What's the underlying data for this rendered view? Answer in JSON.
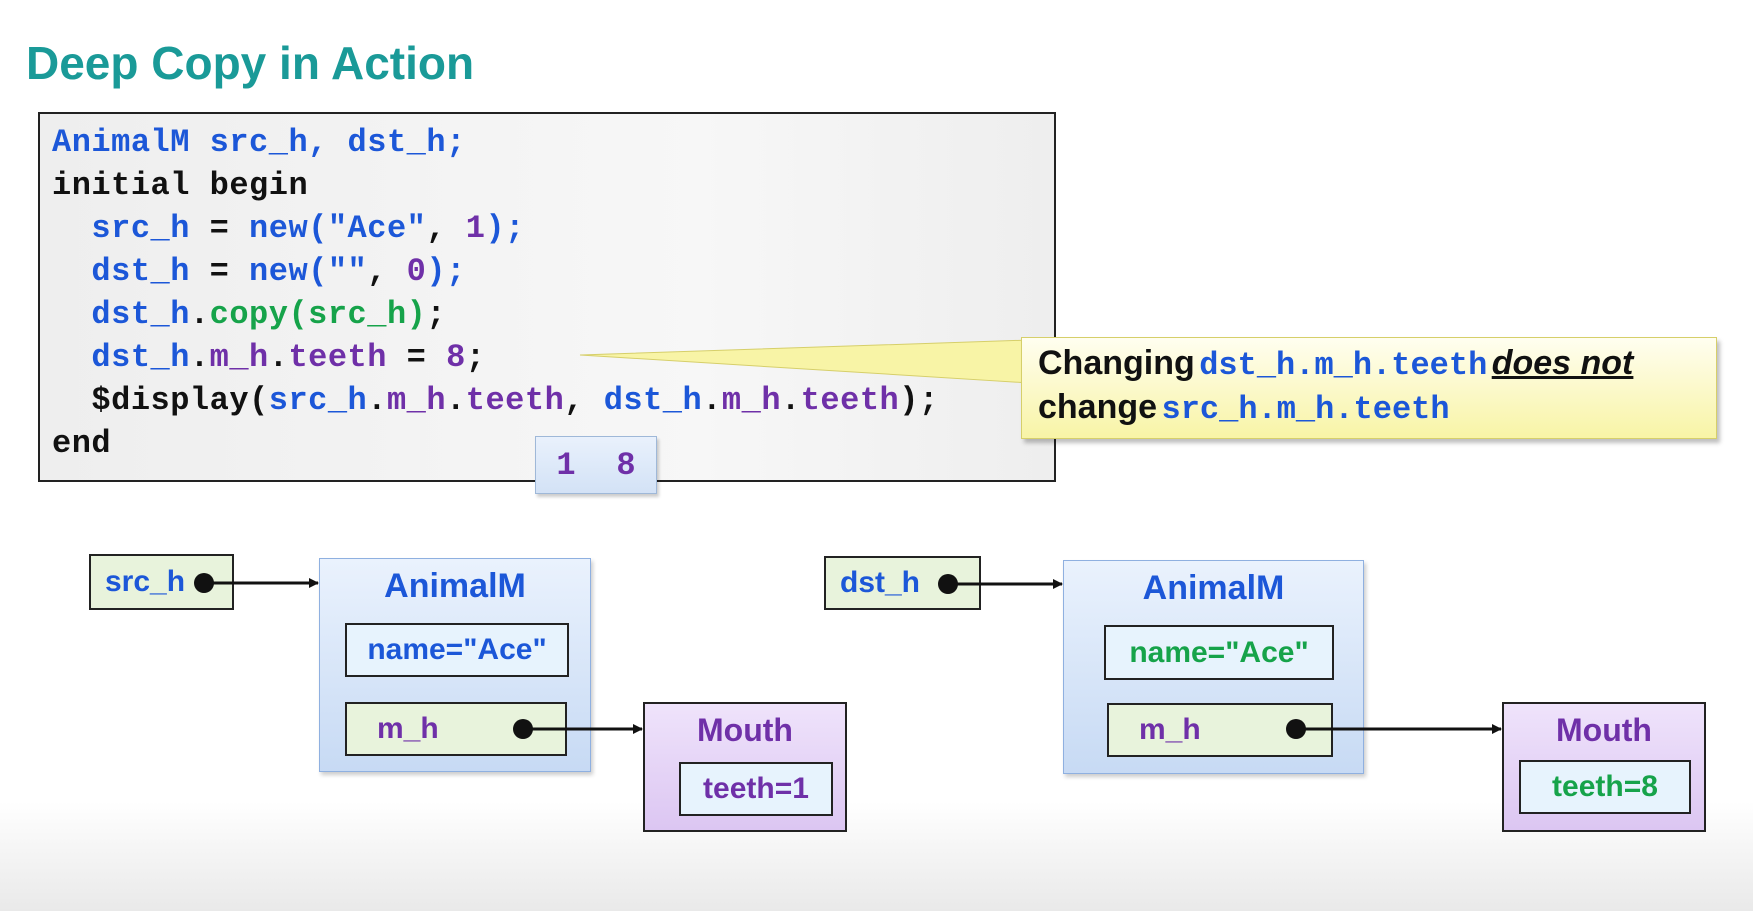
{
  "title": "Deep Copy in Action",
  "code": {
    "line1": {
      "class": "AnimalM",
      "vars": "src_h, dst_h;"
    },
    "line2": "initial begin",
    "line3": {
      "lhs": "src_h",
      "op": " = ",
      "fn": "new(",
      "str": "\"Ace\"",
      "sep": ", ",
      "num": "1",
      "end": ");"
    },
    "line4": {
      "lhs": "dst_h",
      "op": " = ",
      "fn": "new(",
      "str": "\"\"",
      "sep": ", ",
      "num": "0",
      "end": ");"
    },
    "line5": {
      "obj": "dst_h",
      "dot": ".",
      "method": "copy(src_h)",
      "end": ";"
    },
    "line6": {
      "obj": "dst_h",
      "dot1": ".",
      "member": "m_h",
      "dot2": ".",
      "field": "teeth",
      "op": " = ",
      "num": "8",
      "end": ";"
    },
    "line7": {
      "fn": "$display(",
      "a1": "src_h",
      "a2": "m_h",
      "a3": "teeth",
      "sep": ", ",
      "b1": "dst_h",
      "b2": "m_h",
      "b3": "teeth",
      "end": ");"
    },
    "line8": "end"
  },
  "output": {
    "v1": "1",
    "v2": "8"
  },
  "callout": {
    "word1": "Changing",
    "code1": "dst_h.m_h.teeth",
    "emph": "does not",
    "word2": "change",
    "code2": "src_h.m_h.teeth"
  },
  "left": {
    "handle": "src_h",
    "object_title": "AnimalM",
    "name_field": "name=\"Ace\"",
    "mh_field": "m_h",
    "mouth_title": "Mouth",
    "teeth_field": "teeth=1"
  },
  "right": {
    "handle": "dst_h",
    "object_title": "AnimalM",
    "name_field": "name=\"Ace\"",
    "mh_field": "m_h",
    "mouth_title": "Mouth",
    "teeth_field": "teeth=8"
  },
  "colors": {
    "title": "#1a9a98",
    "blue": "#1c57d8",
    "purple": "#6f30a8",
    "green": "#16a34a",
    "callout_bg": "#f8f4a6"
  }
}
